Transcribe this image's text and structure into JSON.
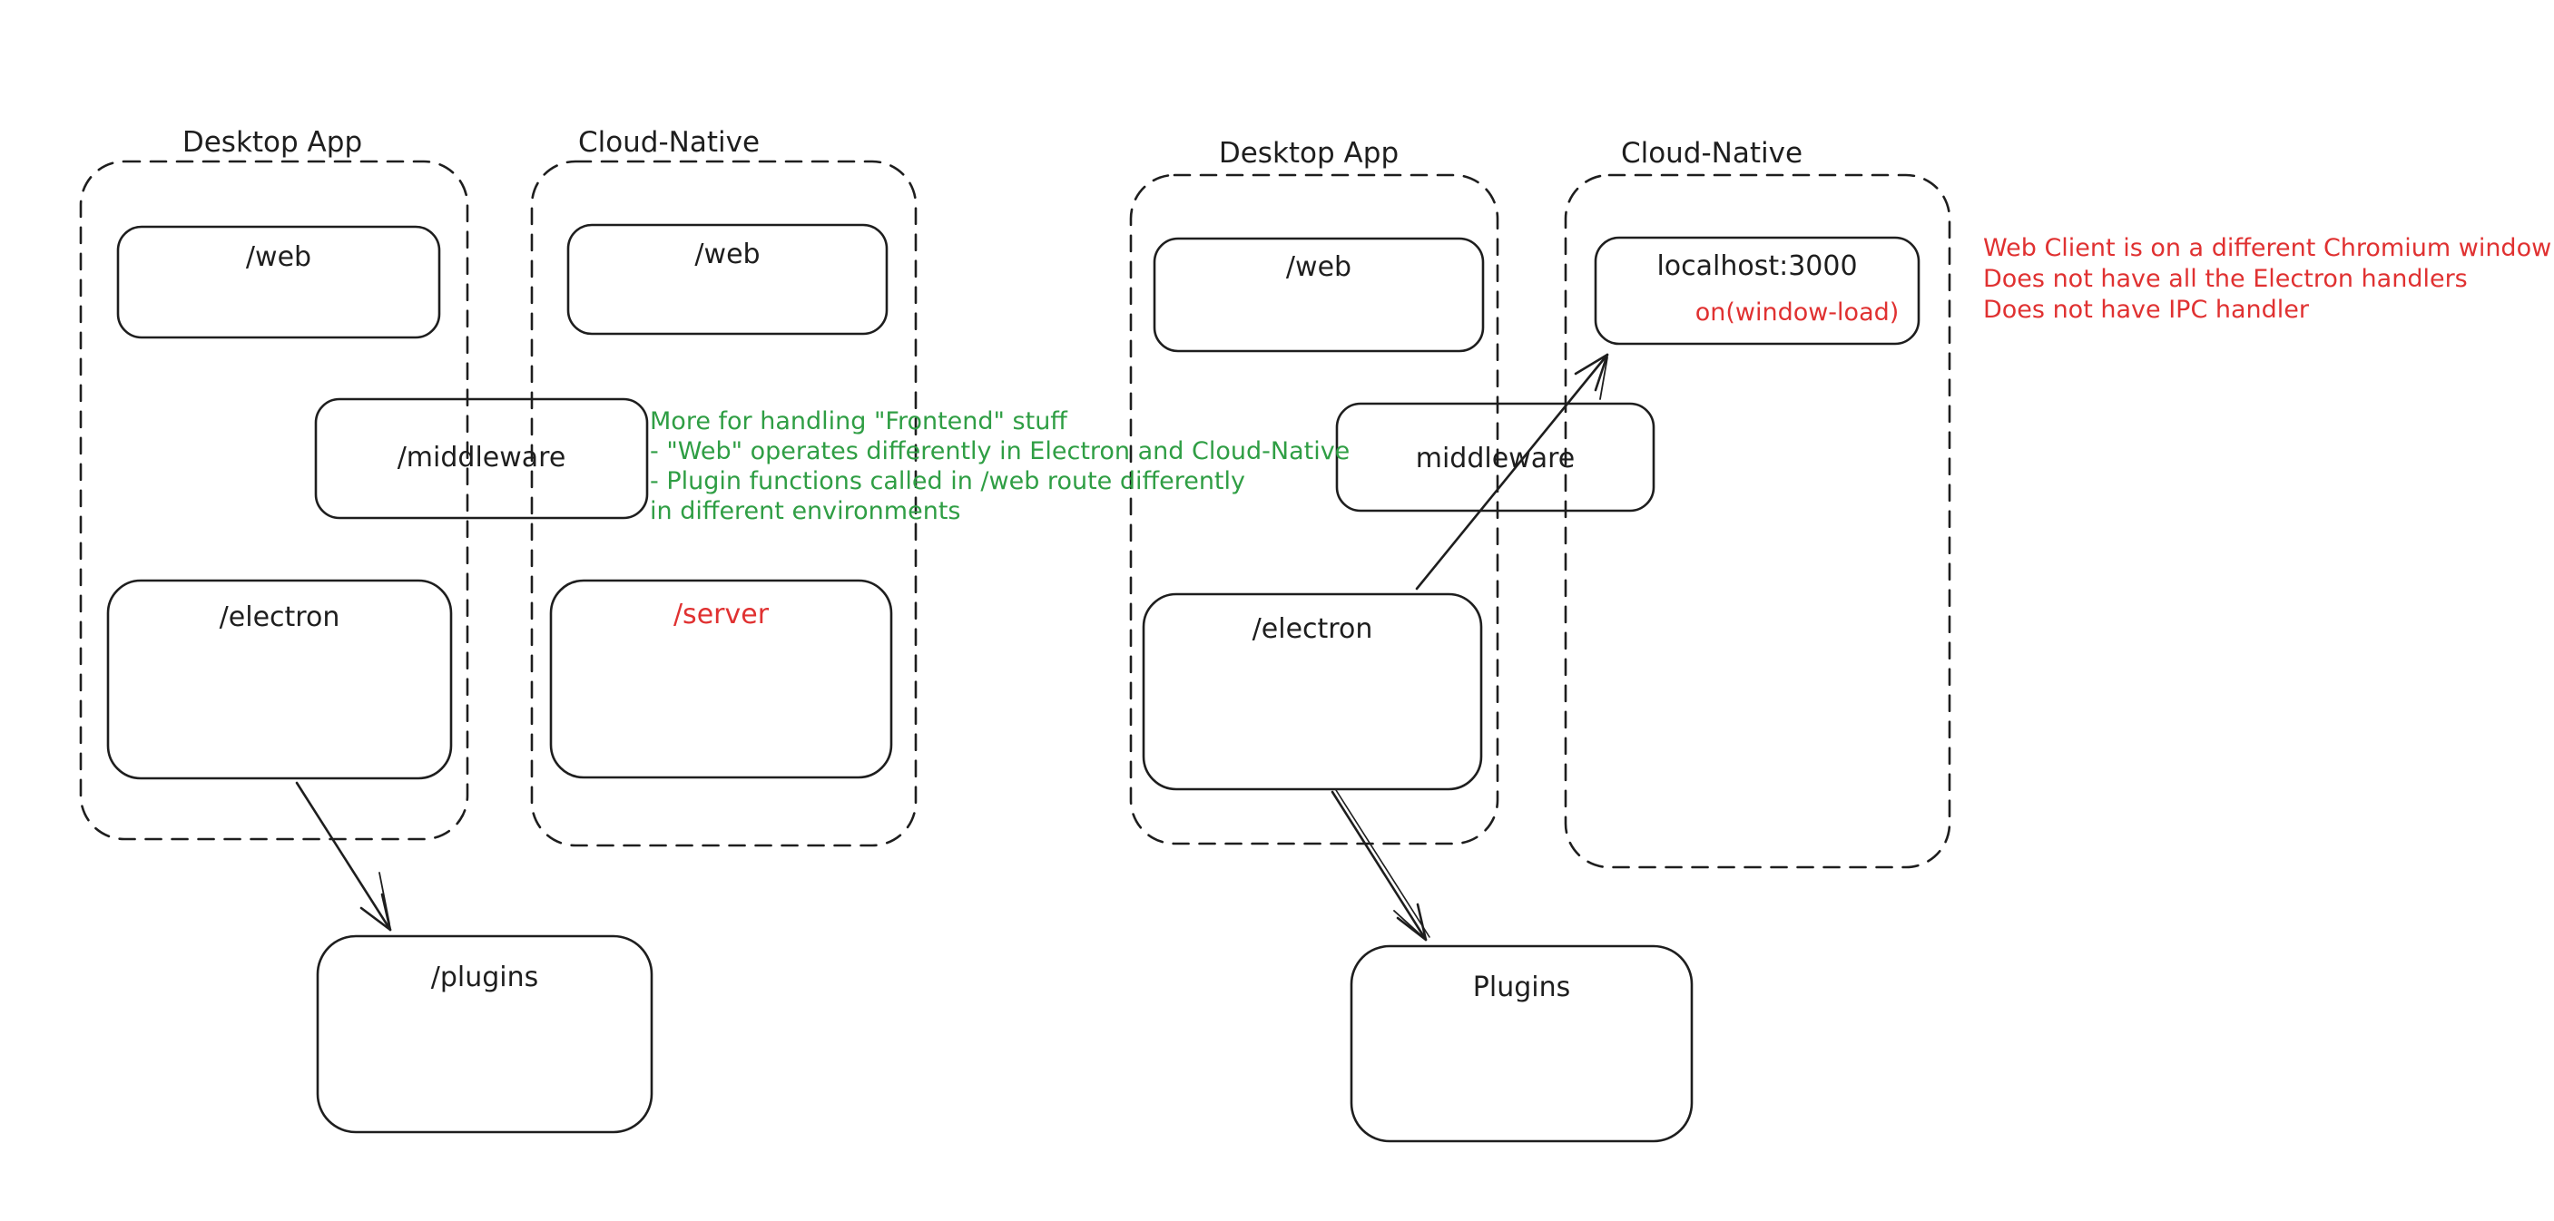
{
  "colors": {
    "stroke": "#1e1e1e",
    "red": "#e03131",
    "green": "#2f9e44",
    "background": "#ffffff"
  },
  "left_diagram": {
    "desktop_label": "Desktop App",
    "cloud_label": "Cloud-Native",
    "web_desktop": "/web",
    "web_cloud": "/web",
    "middleware": "/middleware",
    "electron": "/electron",
    "server": "/server",
    "plugins": "/plugins",
    "green_note_lines": [
      "More for handling \"Frontend\" stuff",
      "- \"Web\" operates differently in Electron and Cloud-Native",
      "- Plugin functions called in /web route differently",
      "in different environments"
    ]
  },
  "right_diagram": {
    "desktop_label": "Desktop App",
    "cloud_label": "Cloud-Native",
    "web": "/web",
    "localhost": "localhost:3000",
    "window_load": "on(window-load)",
    "middleware": "middleware",
    "electron": "/electron",
    "plugins": "Plugins",
    "red_note_lines": [
      "Web Client is on a different Chromium window",
      "Does not have all the Electron handlers",
      "Does not have IPC handler"
    ]
  }
}
